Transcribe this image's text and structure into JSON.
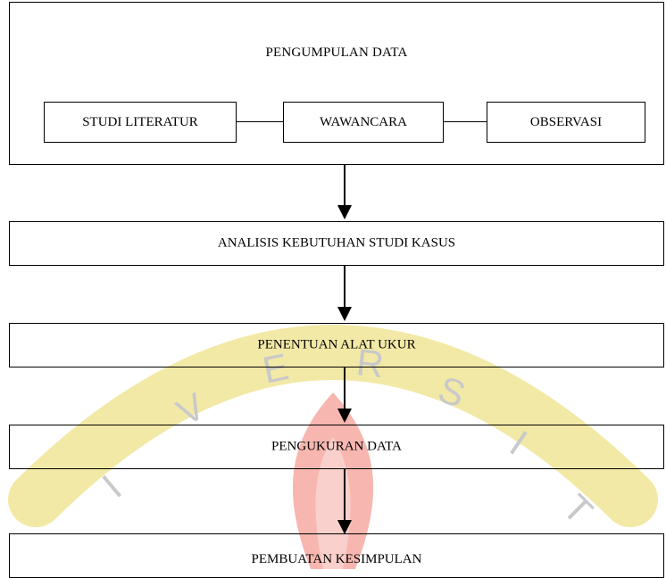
{
  "diagram": {
    "group": {
      "title": "PENGUMPULAN DATA",
      "methods": [
        "STUDI LITERATUR",
        "WAWANCARA",
        "OBSERVASI"
      ]
    },
    "stages": [
      "ANALISIS KEBUTUHAN STUDI KASUS",
      "PENENTUAN ALAT UKUR",
      "PENGUKURAN DATA",
      "PEMBUATAN KESIMPULAN"
    ]
  },
  "watermark": {
    "letters": [
      "I",
      "V",
      "E",
      "R",
      "S",
      "I",
      "T"
    ],
    "colors": {
      "ring": "#f3e9a6",
      "flame_outer": "#f7b7b0",
      "flame_inner": "#f9d0cb"
    }
  }
}
